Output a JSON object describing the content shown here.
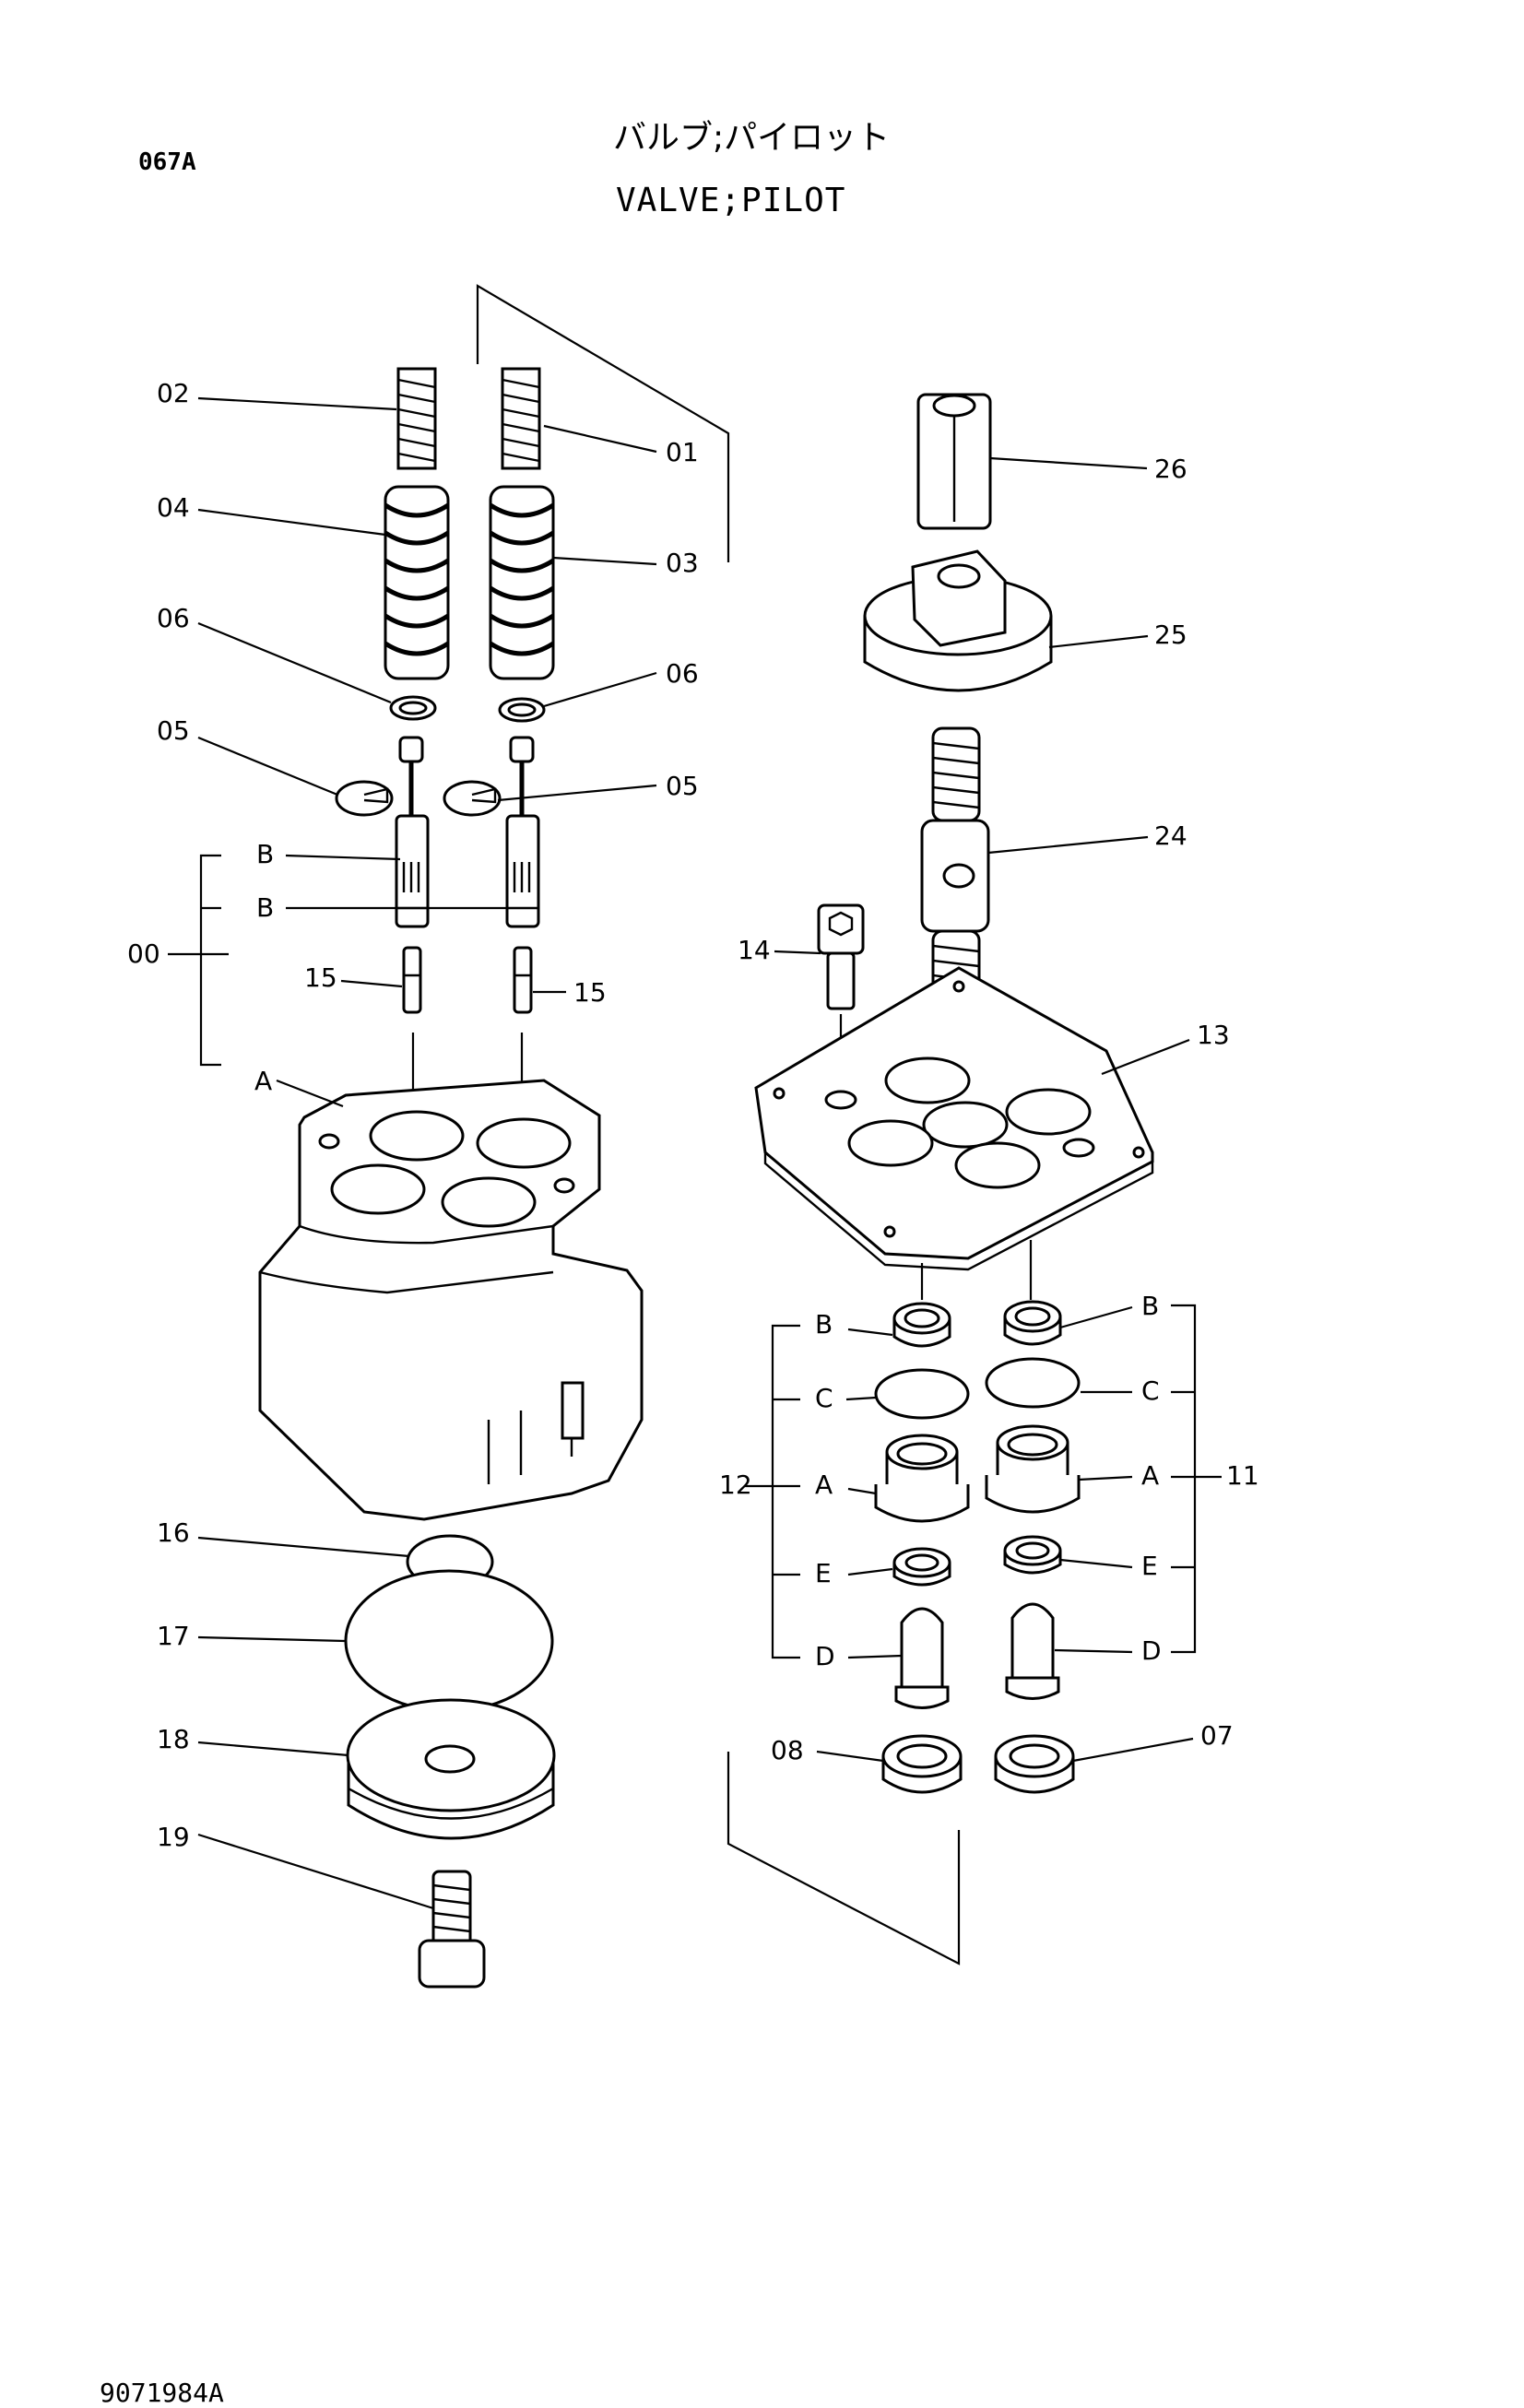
{
  "header": {
    "page_code": "067A",
    "title_jp": "バルブ;パイロット",
    "title_en": "VALVE;PILOT"
  },
  "footer": {
    "drawing_number": "9071984A"
  },
  "callouts": {
    "c01": "01",
    "c02": "02",
    "c03": "03",
    "c04": "04",
    "c05a": "05",
    "c05b": "05",
    "c06a": "06",
    "c06b": "06",
    "c07": "07",
    "c08": "08",
    "c00": "00",
    "c11": "11",
    "c12": "12",
    "c13": "13",
    "c14": "14",
    "c15a": "15",
    "c15b": "15",
    "c16": "16",
    "c17": "17",
    "c18": "18",
    "c19": "19",
    "c24": "24",
    "c25": "25",
    "c26": "26",
    "sB1": "B",
    "sB2": "B",
    "sA1": "A",
    "sB3": "B",
    "sC1": "C",
    "sA2": "A",
    "sE1": "E",
    "sD1": "D",
    "sB4": "B",
    "sC2": "C",
    "sA3": "A",
    "sE2": "E",
    "sD2": "D"
  }
}
